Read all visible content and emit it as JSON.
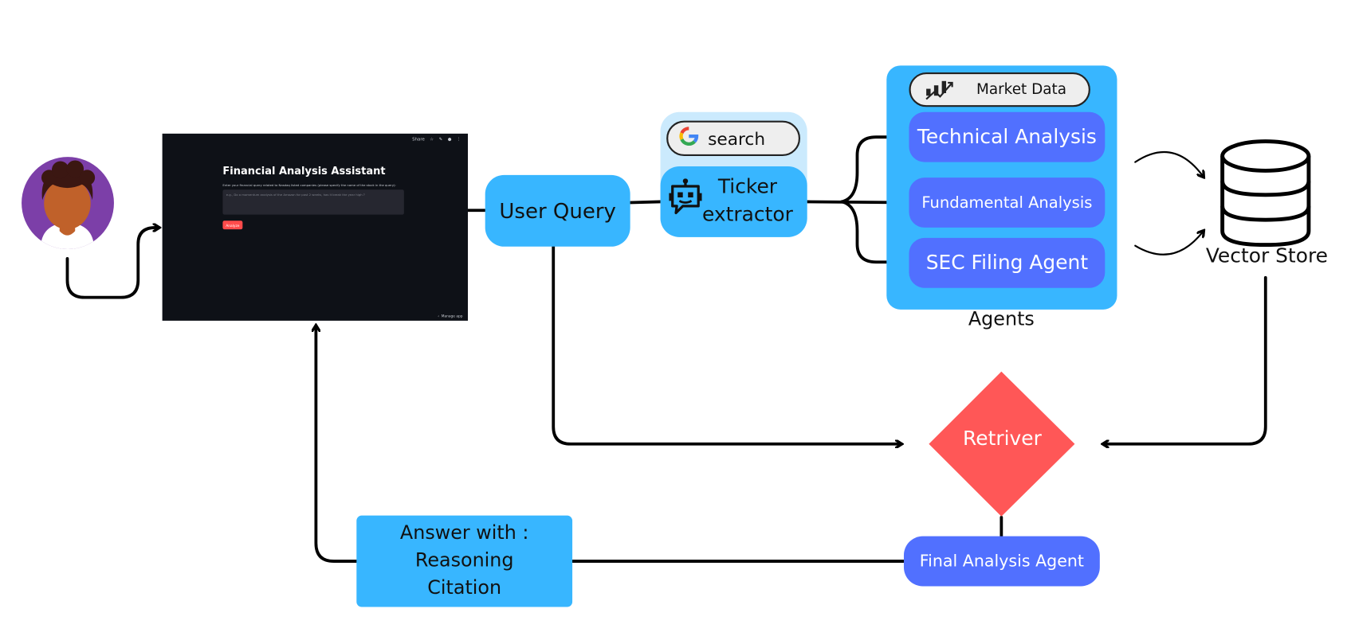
{
  "app_screenshot": {
    "title": "Financial Analysis Assistant",
    "description": "Enter your financial query related to Nasdaq listed companies (please specify the name of the stock in the query):",
    "input_placeholder": "e.g., Do a momentum analysis of the Amazon for past 2 weeks, has it break the year high ?",
    "button_label": "Analyze",
    "toolbar_share": "Share",
    "manage_app": "Manage app"
  },
  "nodes": {
    "user_query": "User Query",
    "search": "search",
    "ticker_extractor": "Ticker extractor",
    "market_data": "Market Data",
    "technical_analysis": "Technical Analysis",
    "fundamental_analysis": "Fundamental Analysis",
    "sec_filing_agent": "SEC Filing Agent",
    "agents_caption": "Agents",
    "vector_store": "Vector Store",
    "retriever": "Retriver",
    "final_analysis_agent": "Final Analysis Agent",
    "answer_line1": "Answer with :",
    "answer_line2": "Reasoning",
    "answer_line3": "Citation"
  },
  "icons": {
    "user": "user-avatar-icon",
    "google": "google-icon",
    "robot": "robot-icon",
    "market": "stock-chart-icon",
    "database": "database-icon"
  },
  "colors": {
    "sky_blue": "#38b6ff",
    "light_blue": "#cbeafd",
    "indigo": "#5170ff",
    "retriever_red": "#ff5757",
    "avatar_purple": "#7c3fa8",
    "screenshot_bg": "#0e1117",
    "analyze_button": "#ff4b4b"
  }
}
